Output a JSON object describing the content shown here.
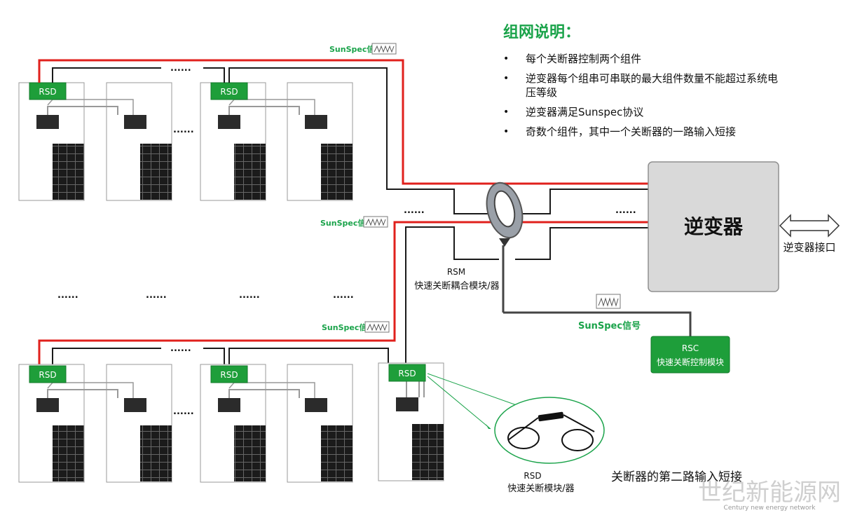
{
  "notes": {
    "title": "组网说明：",
    "items": [
      "每个关断器控制两个组件",
      "逆变器每个组串可串联的最大组件数量不能超过系统电压等级",
      "逆变器满足Sunspec协议",
      "奇数个组件，其中一个关断器的一路输入短接"
    ]
  },
  "labels": {
    "sunspec": "SunSpec信号",
    "rsd": "RSD",
    "ellipsis": "......",
    "inverter": "逆变器",
    "inverter_port": "逆变器接口",
    "rsm_code": "RSM",
    "rsm_name": "快速关断耦合模块/器",
    "rsc_code": "RSC",
    "rsc_name": "快速关断控制模块",
    "rsd_code": "RSD",
    "rsd_name": "快速关断模块/器",
    "short_note": "关断器的第二路输入短接",
    "watermark_cn": "世纪新能源网",
    "watermark_en": "Century new energy network"
  },
  "colors": {
    "accent_green": "#1aa34a",
    "rsd_green": "#1e9e3a",
    "wire_red": "#e0201c",
    "wire_black": "#1a1a1a",
    "inverter_gray": "#d9d9d9"
  }
}
